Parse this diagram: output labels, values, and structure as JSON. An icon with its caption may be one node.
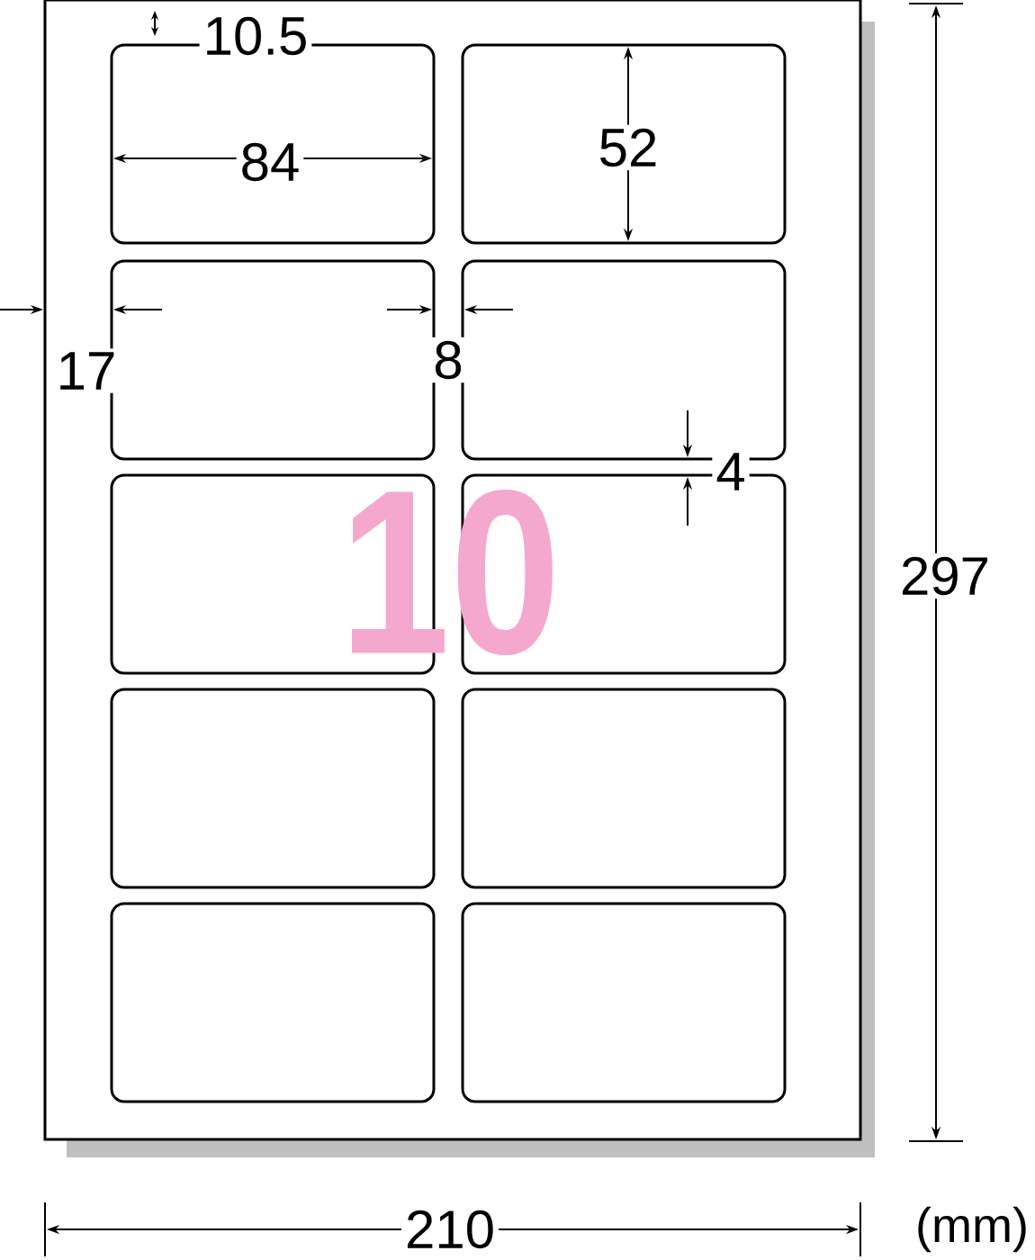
{
  "diagram": {
    "nodes": [
      {
        "text": [],
        "shape": "box"
      },
      {
        "text": [],
        "shape": "box",
        "in": 0
      },
      {
        "text": [],
        "shape": "box",
        "in": 0
      },
      {
        "text": [],
        "shape": "box",
        "in": 0
      },
      {
        "text": [],
        "shape": "box",
        "in": 0
      },
      {
        "text": [],
        "shape": "box",
        "in": 0
      },
      {
        "text": [],
        "shape": "box",
        "in": 0
      },
      {
        "text": [],
        "shape": "box",
        "in": 0
      },
      {
        "text": [],
        "shape": "box",
        "in": 0
      },
      {
        "text": [],
        "shape": "box",
        "in": 0
      },
      {
        "text": [],
        "shape": "box",
        "in": 0
      }
    ],
    "labels": [
      "10.5",
      "52",
      "84",
      "17",
      "8",
      "4",
      "10",
      "297",
      "210",
      "(mm)"
    ]
  }
}
